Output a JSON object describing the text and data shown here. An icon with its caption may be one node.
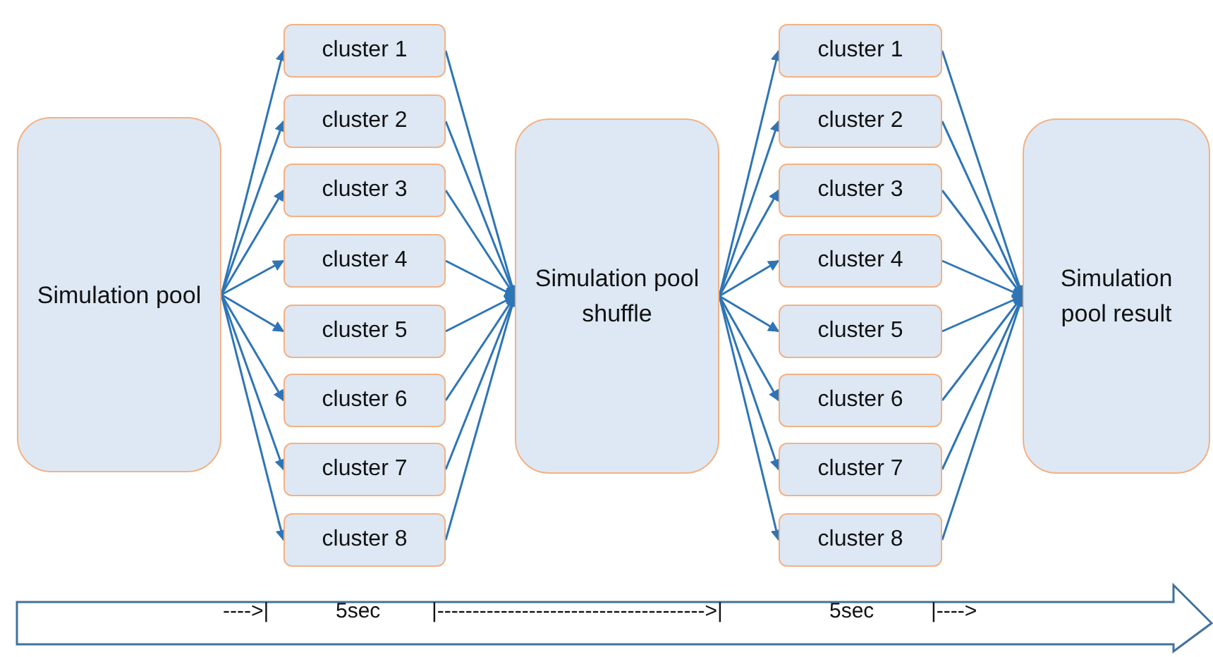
{
  "diagram": {
    "nodes": [
      {
        "text": [
          "Simulation pool"
        ]
      },
      {
        "text": [
          "cluster 1"
        ]
      },
      {
        "text": [
          "cluster 2"
        ]
      },
      {
        "text": [
          "cluster 3"
        ]
      },
      {
        "text": [
          "cluster 4"
        ]
      },
      {
        "text": [
          "cluster 5"
        ]
      },
      {
        "text": [
          "cluster 6"
        ]
      },
      {
        "text": [
          "cluster 7"
        ]
      },
      {
        "text": [
          "cluster 8"
        ]
      },
      {
        "text": [
          "Simulation pool shuffle"
        ]
      },
      {
        "text": [
          "cluster 1"
        ]
      },
      {
        "text": [
          "cluster 2"
        ]
      },
      {
        "text": [
          "cluster 3"
        ]
      },
      {
        "text": [
          "cluster 4"
        ]
      },
      {
        "text": [
          "cluster 5"
        ]
      },
      {
        "text": [
          "cluster 6"
        ]
      },
      {
        "text": [
          "cluster 7"
        ]
      },
      {
        "text": [
          "cluster 8"
        ]
      },
      {
        "text": [
          "Simulation pool result"
        ]
      },
      {
        "text": [
          "---->|",
          "5sec",
          "|-------------------------------------->|",
          "5sec",
          "|---->"
        ]
      }
    ],
    "edges": [
      {
        "from": 0,
        "to": 1,
        "arrow": "to"
      },
      {
        "from": 0,
        "to": 2,
        "arrow": "to"
      },
      {
        "from": 0,
        "to": 3,
        "arrow": "to"
      },
      {
        "from": 0,
        "to": 4,
        "arrow": "to"
      },
      {
        "from": 0,
        "to": 5,
        "arrow": "to"
      },
      {
        "from": 0,
        "to": 6,
        "arrow": "to"
      },
      {
        "from": 0,
        "to": 7,
        "arrow": "to"
      },
      {
        "from": 0,
        "to": 8,
        "arrow": "to"
      },
      {
        "from": 1,
        "to": 9,
        "arrow": "to"
      },
      {
        "from": 2,
        "to": 9,
        "arrow": "to"
      },
      {
        "from": 3,
        "to": 9,
        "arrow": "to"
      },
      {
        "from": 4,
        "to": 9,
        "arrow": "to"
      },
      {
        "from": 5,
        "to": 9,
        "arrow": "to"
      },
      {
        "from": 6,
        "to": 9,
        "arrow": "to"
      },
      {
        "from": 7,
        "to": 9,
        "arrow": "to"
      },
      {
        "from": 8,
        "to": 9,
        "arrow": "to"
      },
      {
        "from": 9,
        "to": 10,
        "arrow": "to"
      },
      {
        "from": 9,
        "to": 11,
        "arrow": "to"
      },
      {
        "from": 9,
        "to": 12,
        "arrow": "to"
      },
      {
        "from": 9,
        "to": 13,
        "arrow": "to"
      },
      {
        "from": 9,
        "to": 14,
        "arrow": "to"
      },
      {
        "from": 9,
        "to": 15,
        "arrow": "to"
      },
      {
        "from": 9,
        "to": 16,
        "arrow": "to"
      },
      {
        "from": 9,
        "to": 17,
        "arrow": "to"
      },
      {
        "from": 10,
        "to": 18,
        "arrow": "to"
      },
      {
        "from": 11,
        "to": 18,
        "arrow": "to"
      },
      {
        "from": 12,
        "to": 18,
        "arrow": "to"
      },
      {
        "from": 13,
        "to": 18,
        "arrow": "to"
      },
      {
        "from": 14,
        "to": 18,
        "arrow": "to"
      },
      {
        "from": 15,
        "to": 18,
        "arrow": "to"
      },
      {
        "from": 16,
        "to": 18,
        "arrow": "to"
      },
      {
        "from": 17,
        "to": 18,
        "arrow": "to"
      }
    ]
  }
}
